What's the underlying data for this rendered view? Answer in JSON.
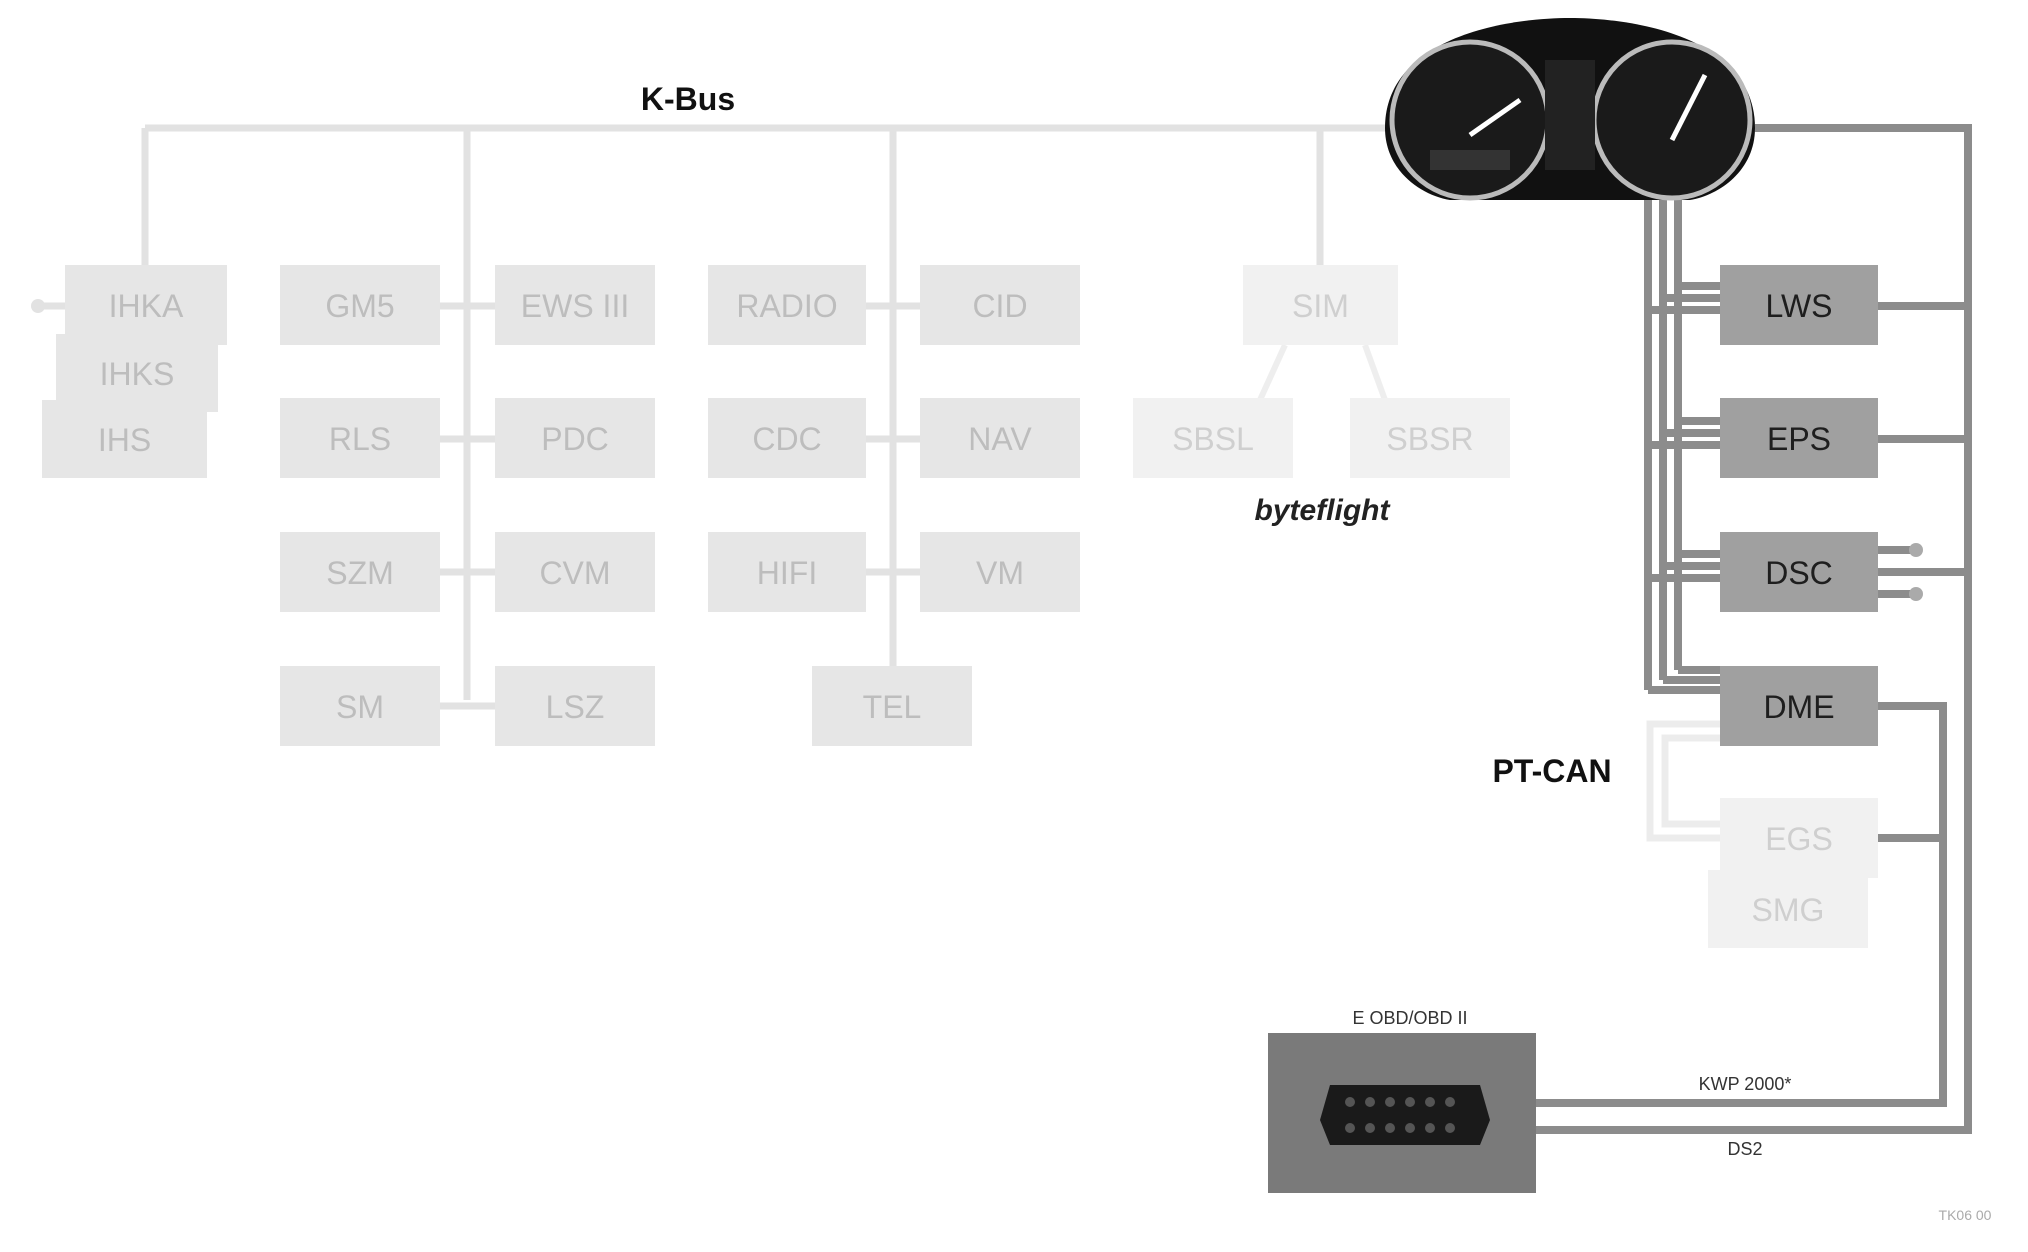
{
  "labels": {
    "kbus": "K-Bus",
    "byteflight": "byteflight",
    "ptcan": "PT-CAN",
    "obd_title": "E OBD/OBD II",
    "kwp": "KWP 2000*",
    "ds2": "DS2",
    "figure_code": "TK06 00"
  },
  "modules": {
    "ihka": "IHKA",
    "ihks": "IHKS",
    "ihs": "IHS",
    "gm5": "GM5",
    "ews": "EWS III",
    "rls": "RLS",
    "pdc": "PDC",
    "szm": "SZM",
    "cvm": "CVM",
    "sm": "SM",
    "lsz": "LSZ",
    "radio": "RADIO",
    "cid": "CID",
    "cdc": "CDC",
    "nav": "NAV",
    "hifi": "HIFI",
    "vm": "VM",
    "tel": "TEL",
    "sim": "SIM",
    "sbsl": "SBSL",
    "sbsr": "SBSR",
    "lws": "LWS",
    "eps": "EPS",
    "dsc": "DSC",
    "dme": "DME",
    "egs": "EGS",
    "smg": "SMG"
  },
  "icons": {
    "cluster": "instrument-cluster-icon",
    "obd": "obd-connector-icon"
  },
  "colors": {
    "faded_box": "#e6e6e6",
    "faded_text": "#bdbdbd",
    "ptcan_box": "#a0a0a0",
    "ptcan_text": "#1e1e1e",
    "faded_line": "#e0e0e0",
    "ptcan_line": "#8c8c8c",
    "obd_box": "#7a7a7a"
  }
}
